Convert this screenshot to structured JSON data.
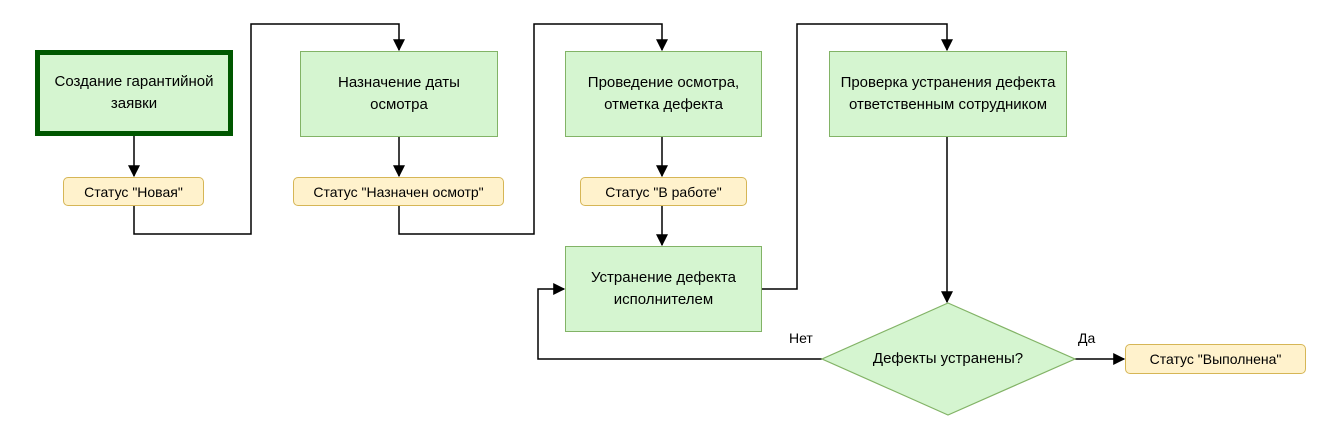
{
  "steps": {
    "create": "Создание гарантийной заявки",
    "assign": "Назначение даты осмотра",
    "inspect": "Проведение осмотра, отметка дефекта",
    "verify": "Проверка устранения дефекта ответственным сотрудником",
    "fix": "Устранение дефекта исполнителем"
  },
  "statuses": {
    "new": "Статус \"Новая\"",
    "assigned": "Статус \"Назначен осмотр\"",
    "in_work": "Статус \"В работе\"",
    "done": "Статус \"Выполнена\""
  },
  "decision": {
    "question": "Дефекты устранены?",
    "no_label": "Нет",
    "yes_label": "Да"
  },
  "colors": {
    "process_fill": "#d5f5d0",
    "process_border": "#82b366",
    "start_border": "#005700",
    "status_fill": "#fff2cc",
    "status_border": "#d6b656",
    "decision_fill": "#d5f5d0",
    "connector": "#000000"
  }
}
